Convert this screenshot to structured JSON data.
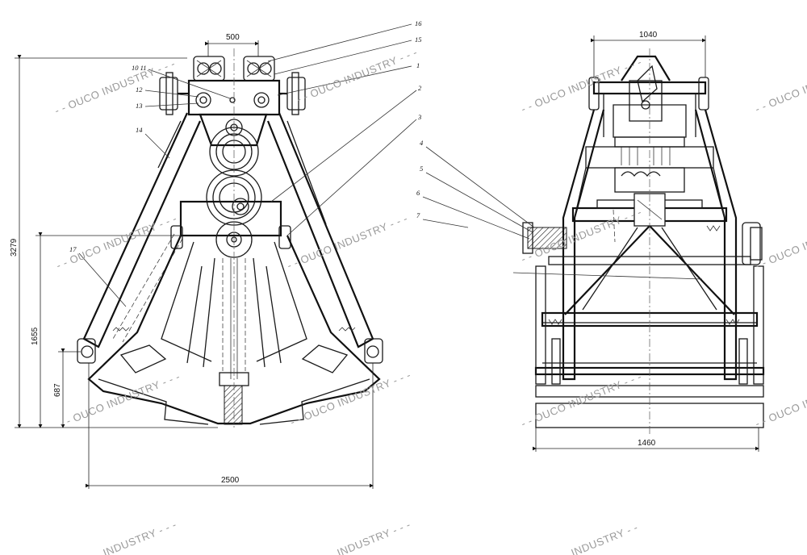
{
  "dimensions": {
    "top_width_front": "500",
    "top_width_side": "1040",
    "total_height": "3279",
    "height_mid": "1655",
    "height_low": "687",
    "bottom_width_front": "2500",
    "bottom_width_side": "1460"
  },
  "callouts": {
    "c16": "16",
    "c15": "15",
    "c1": "1",
    "c2": "2",
    "c3": "3",
    "c4": "4",
    "c5": "5",
    "c6": "6",
    "c7": "7",
    "c10_11": "10 11",
    "c12": "12",
    "c13": "13",
    "c14": "14",
    "c17": "17"
  },
  "watermark": {
    "text": "- - OUCO INDUSTRY - - -",
    "tail": "INDUSTRY - - -",
    "tail_short": "INDUSTRY - -"
  }
}
